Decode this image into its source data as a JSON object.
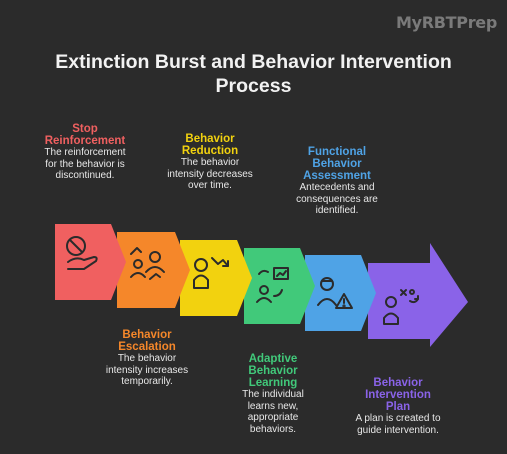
{
  "watermark": "MyRBTPrep",
  "title": [
    "Extinction Burst and Behavior Intervention",
    "Process"
  ],
  "steps": [
    {
      "title": [
        "Stop",
        "Reinforcement"
      ],
      "description": "The reinforcement\nfor the behavior is\ndiscontinued.",
      "color": "#f06060",
      "icon": "no-reward-hand-icon"
    },
    {
      "title": [
        "Behavior",
        "Escalation"
      ],
      "description": "The behavior\nintensity increases\ntemporarily.",
      "color": "#f5872a",
      "icon": "escalating-people-icon"
    },
    {
      "title": [
        "Behavior",
        "Reduction"
      ],
      "description": "The behavior\nintensity decreases\nover time.",
      "color": "#f2d20f",
      "icon": "person-down-arrow-icon"
    },
    {
      "title": [
        "Adaptive",
        "Behavior",
        "Learning"
      ],
      "description": "The individual\nlearns new,\nappropriate\nbehaviors.",
      "color": "#41c97a",
      "icon": "learning-person-board-icon"
    },
    {
      "title": [
        "Functional",
        "Behavior",
        "Assessment"
      ],
      "description": "Antecedents and\nconsequences are\nidentified.",
      "color": "#4fa3e6",
      "icon": "person-warning-icon"
    },
    {
      "title": [
        "Behavior",
        "Intervention",
        "Plan"
      ],
      "description": "A plan is created to\nguide intervention.",
      "color": "#8a63e8",
      "icon": "person-strategy-icon"
    }
  ]
}
